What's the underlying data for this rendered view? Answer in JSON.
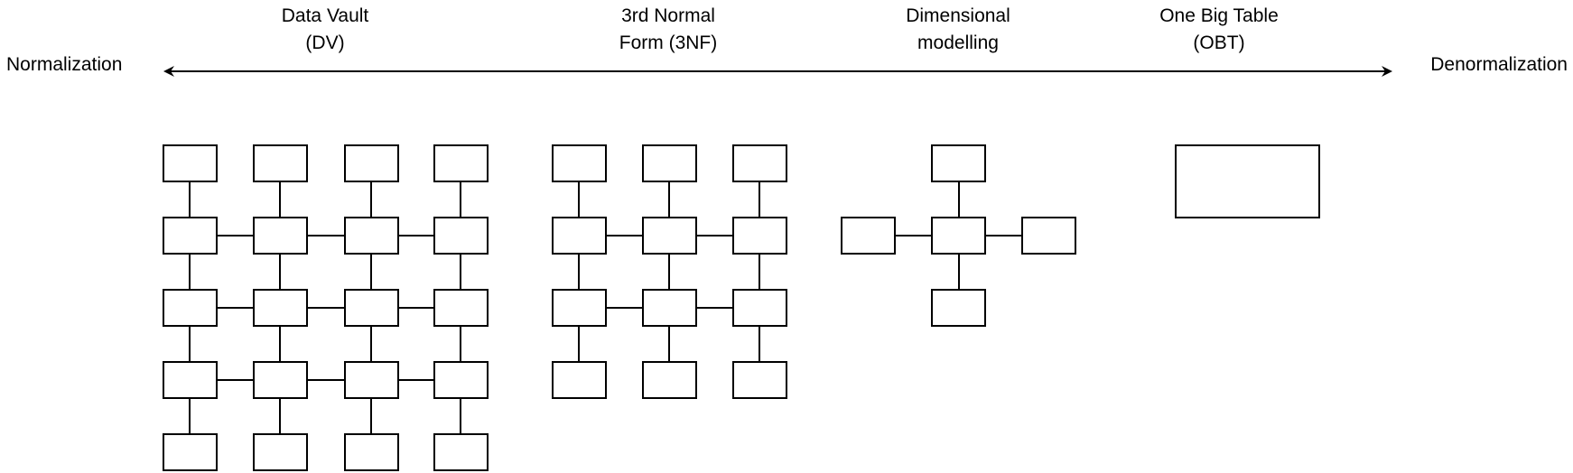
{
  "axis": {
    "left_label": "Normalization",
    "right_label": "Denormalization"
  },
  "models": [
    {
      "id": "dv",
      "line1": "Data Vault",
      "line2": "(DV)"
    },
    {
      "id": "3nf",
      "line1": "3rd Normal",
      "line2": "Form (3NF)"
    },
    {
      "id": "dim",
      "line1": "Dimensional",
      "line2": "modelling"
    },
    {
      "id": "obt",
      "line1": "One Big Table",
      "line2": "(OBT)"
    }
  ]
}
